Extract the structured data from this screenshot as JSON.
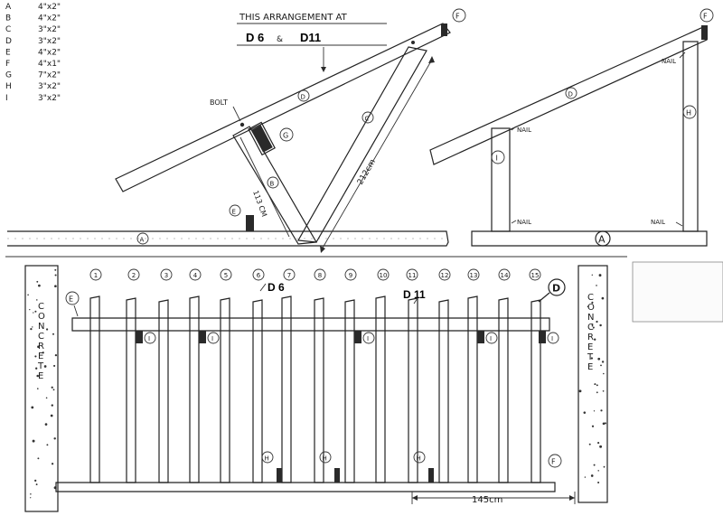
{
  "legend": [
    {
      "letter": "A",
      "size": "4\"x2\""
    },
    {
      "letter": "B",
      "size": "4\"x2\""
    },
    {
      "letter": "C",
      "size": "3\"x2\""
    },
    {
      "letter": "D",
      "size": "3\"x2\""
    },
    {
      "letter": "E",
      "size": "4\"x2\""
    },
    {
      "letter": "F",
      "size": "4\"x1\""
    },
    {
      "letter": "G",
      "size": "7\"x2\""
    },
    {
      "letter": "H",
      "size": "3\"x2\""
    },
    {
      "letter": "I",
      "size": "3\"x2\""
    }
  ],
  "header": {
    "note": "THIS ARRANGEMENT AT",
    "d6": "D 6",
    "amp": "&",
    "d11": "D11"
  },
  "left_elevation": {
    "bolt": "BOLT",
    "dim_113": "113 CM",
    "dim_212": "212cm",
    "labels": {
      "A": "A",
      "B": "B",
      "C": "C",
      "D": "D",
      "E": "E",
      "F": "F",
      "G": "G"
    }
  },
  "right_elevation": {
    "nail": "NAIL",
    "labels": {
      "A": "A",
      "D": "D",
      "F": "F",
      "H": "H",
      "I": "I"
    }
  },
  "plan": {
    "rafter_numbers": [
      "1",
      "2",
      "3",
      "4",
      "5",
      "6",
      "7",
      "8",
      "9",
      "10",
      "11",
      "12",
      "13",
      "14",
      "15"
    ],
    "d6": "D 6",
    "d11": "D 11",
    "concrete_left": [
      "C",
      "O",
      "N",
      "C",
      "R",
      "E",
      "T",
      "E"
    ],
    "concrete_right": [
      "C",
      "O",
      "N",
      "C",
      "R",
      "E",
      "T",
      "E"
    ],
    "dim_145": "145cm",
    "labels": {
      "D": "D",
      "E": "E",
      "F": "F",
      "H": "H",
      "I": "I"
    }
  }
}
